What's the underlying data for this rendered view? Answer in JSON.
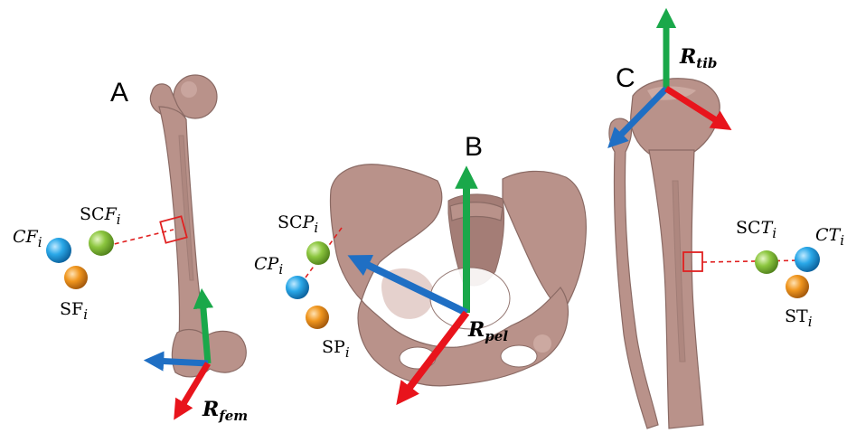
{
  "panels": {
    "a": {
      "letter": "A"
    },
    "b": {
      "letter": "B"
    },
    "c": {
      "letter": "C"
    }
  },
  "labels": {
    "cf": {
      "base": "CF",
      "sub": "i"
    },
    "scf": {
      "base_upright": "SC",
      "base_italic": "F",
      "sub": "i"
    },
    "sf": {
      "base_upright": "SF",
      "sub": "i"
    },
    "scp": {
      "base_upright": "SC",
      "base_italic": "P",
      "sub": "i"
    },
    "cp": {
      "base": "CP",
      "sub": "i"
    },
    "sp": {
      "base_upright": "SP",
      "sub": "i"
    },
    "sct": {
      "base_upright": "SC",
      "base_italic": "T",
      "sub": "i"
    },
    "ct": {
      "base": "CT",
      "sub": "i"
    },
    "st": {
      "base_upright": "ST",
      "sub": "i"
    },
    "r_fem": {
      "base": "R",
      "sub": "fem"
    },
    "r_pel": {
      "base": "R",
      "sub": "pel"
    },
    "r_tib": {
      "base": "R",
      "sub": "tib"
    }
  },
  "colors": {
    "axis_x": "#e8141c",
    "axis_y": "#1aa84a",
    "axis_z": "#1f6fc4",
    "marker_center": "#2aa8e8",
    "marker_sc": "#8cc63f",
    "marker_s": "#f0961e",
    "bone": "#b9928a",
    "dashed_line": "#e02020"
  }
}
